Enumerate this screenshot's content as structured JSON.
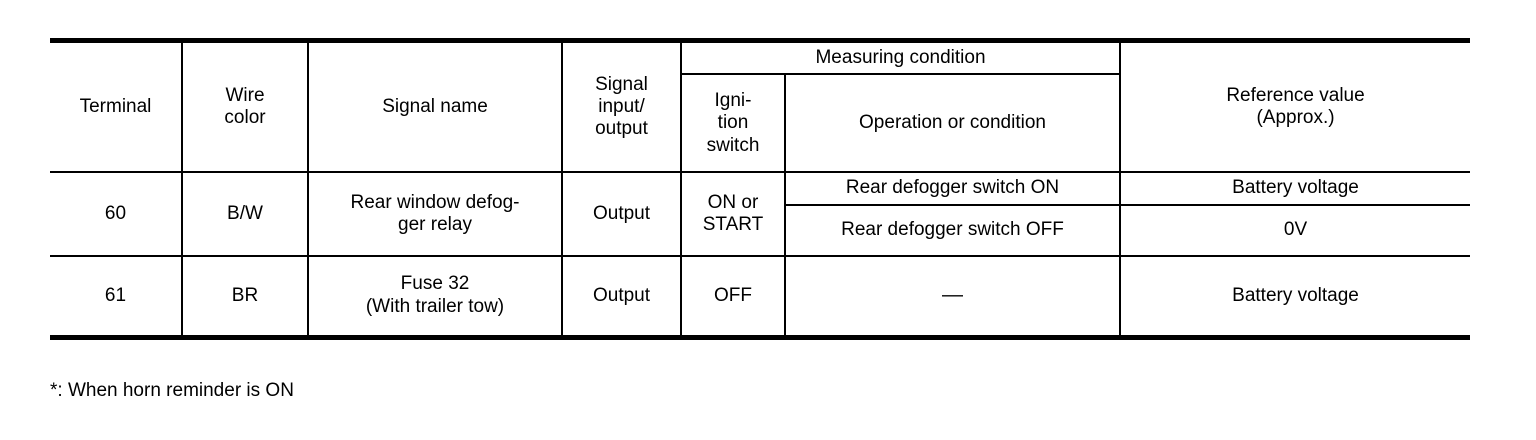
{
  "table": {
    "headers": {
      "terminal": "Terminal",
      "wire_color": "Wire\ncolor",
      "wire_color_line1": "Wire",
      "wire_color_line2": "color",
      "signal_name": "Signal name",
      "signal_io_line1": "Signal",
      "signal_io_line2": "input/",
      "signal_io_line3": "output",
      "measuring_condition": "Measuring condition",
      "ignition_switch_line1": "Igni-",
      "ignition_switch_line2": "tion",
      "ignition_switch_line3": "switch",
      "operation_or_condition": "Operation or condition",
      "reference_value_line1": "Reference value",
      "reference_value_line2": "(Approx.)"
    },
    "rows": [
      {
        "terminal": "60",
        "wire_color": "B/W",
        "signal_name_line1": "Rear window defog-",
        "signal_name_line2": "ger relay",
        "signal_io": "Output",
        "ignition_switch_line1": "ON or",
        "ignition_switch_line2": "START",
        "conditions": [
          {
            "operation": "Rear defogger switch ON",
            "reference": "Battery voltage"
          },
          {
            "operation": "Rear defogger switch OFF",
            "reference": "0V"
          }
        ]
      },
      {
        "terminal": "61",
        "wire_color": "BR",
        "signal_name_line1": "Fuse 32",
        "signal_name_line2": "(With trailer tow)",
        "signal_io": "Output",
        "ignition_switch_line1": "OFF",
        "ignition_switch_line2": "",
        "conditions": [
          {
            "operation": "—",
            "reference": "Battery voltage"
          }
        ]
      }
    ]
  },
  "footnote": "*: When horn reminder is ON"
}
